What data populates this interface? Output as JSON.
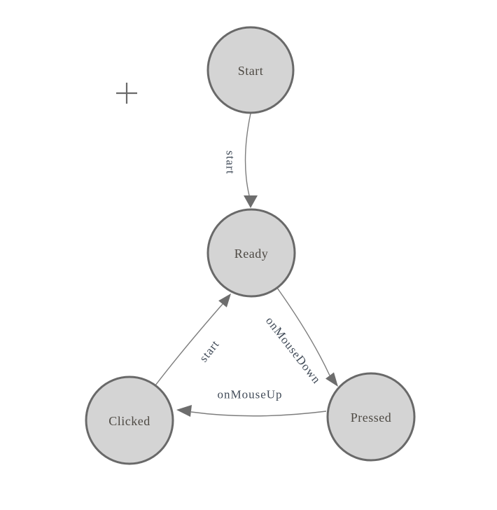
{
  "diagram": {
    "title": "finite-state-machine",
    "nodes": [
      {
        "id": "start",
        "label": "Start"
      },
      {
        "id": "ready",
        "label": "Ready"
      },
      {
        "id": "clicked",
        "label": "Clicked"
      },
      {
        "id": "pressed",
        "label": "Pressed"
      }
    ],
    "edges": [
      {
        "from": "Start",
        "to": "Ready",
        "label": "start"
      },
      {
        "from": "Ready",
        "to": "Pressed",
        "label": "onMouseDown"
      },
      {
        "from": "Pressed",
        "to": "Clicked",
        "label": "onMouseUp"
      },
      {
        "from": "Clicked",
        "to": "Ready",
        "label": "start"
      }
    ]
  },
  "colors": {
    "background": "#ffffff",
    "node_fill": "#d4d4d4",
    "node_stroke": "#696969",
    "node_text": "#4e4a44",
    "edge_line": "#7d7d7d",
    "arrowhead": "#6d6d6d",
    "edge_text": "#414b58",
    "cursor": "#6a6a6a"
  }
}
